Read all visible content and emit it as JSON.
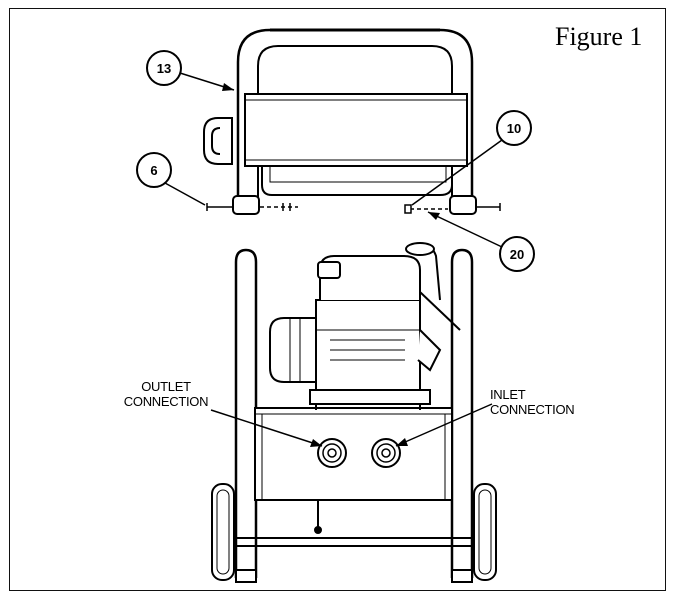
{
  "figure": {
    "title": "Figure 1"
  },
  "callouts": [
    {
      "id": "13"
    },
    {
      "id": "6"
    },
    {
      "id": "10"
    },
    {
      "id": "20"
    }
  ],
  "labels": {
    "outlet": [
      "OUTLET",
      "CONNECTION"
    ],
    "inlet": [
      "INLET",
      "CONNECTION"
    ]
  }
}
